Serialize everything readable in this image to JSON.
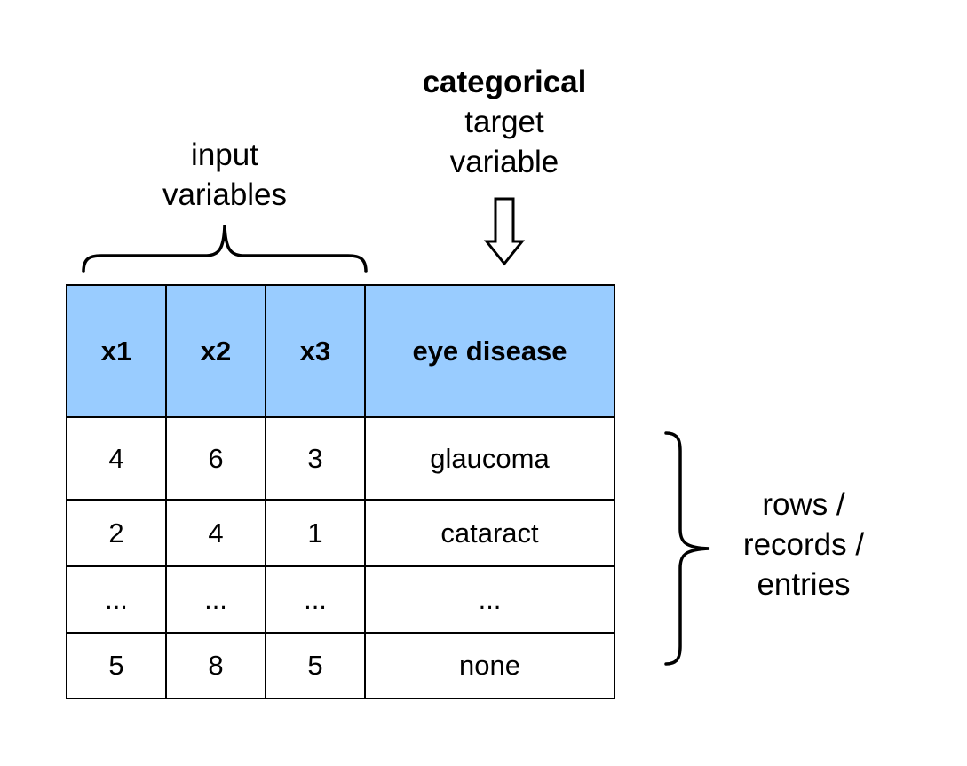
{
  "labels": {
    "target_bold": "categorical",
    "target_line2": "target",
    "target_line3": "variable",
    "input_line1": "input",
    "input_line2": "variables",
    "rows_line1": "rows /",
    "rows_line2": "records /",
    "rows_line3": "entries"
  },
  "table": {
    "headers": [
      "x1",
      "x2",
      "x3",
      "eye disease"
    ],
    "rows": [
      [
        "4",
        "6",
        "3",
        "glaucoma"
      ],
      [
        "2",
        "4",
        "1",
        "cataract"
      ],
      [
        "...",
        "...",
        "...",
        "..."
      ],
      [
        "5",
        "8",
        "5",
        "none"
      ]
    ]
  },
  "colors": {
    "header_fill": "#99ccff",
    "stroke": "#000000"
  }
}
